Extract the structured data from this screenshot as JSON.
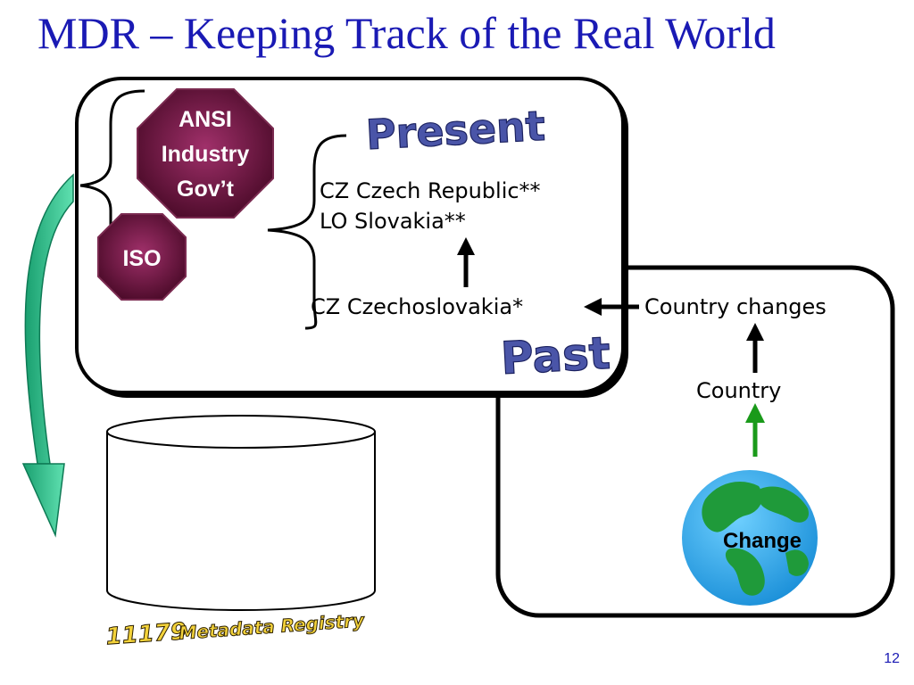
{
  "title": "MDR – Keeping Track of the Real World",
  "authorities": {
    "ansi_lines": [
      "ANSI",
      "Industry",
      "Gov’t"
    ],
    "iso": "ISO"
  },
  "labels": {
    "present": "Present",
    "past": "Past",
    "czech_republic": "CZ Czech Republic**",
    "slovakia": "LO Slovakia**",
    "czechoslovakia": "CZ Czechoslovakia*",
    "country_changes": "Country changes",
    "country": "Country",
    "change": "Change"
  },
  "registry": {
    "number": "11179",
    "name": "Metadata Registry"
  },
  "slide_number": "12",
  "colors": {
    "title": "#1a1ab4",
    "octagon": "#5a0f34",
    "curved_arrow": "#2fbf88",
    "green_arrow": "#1a9a1a",
    "globe_ocean": "#2aa8e6",
    "globe_land": "#1f9a3a"
  }
}
